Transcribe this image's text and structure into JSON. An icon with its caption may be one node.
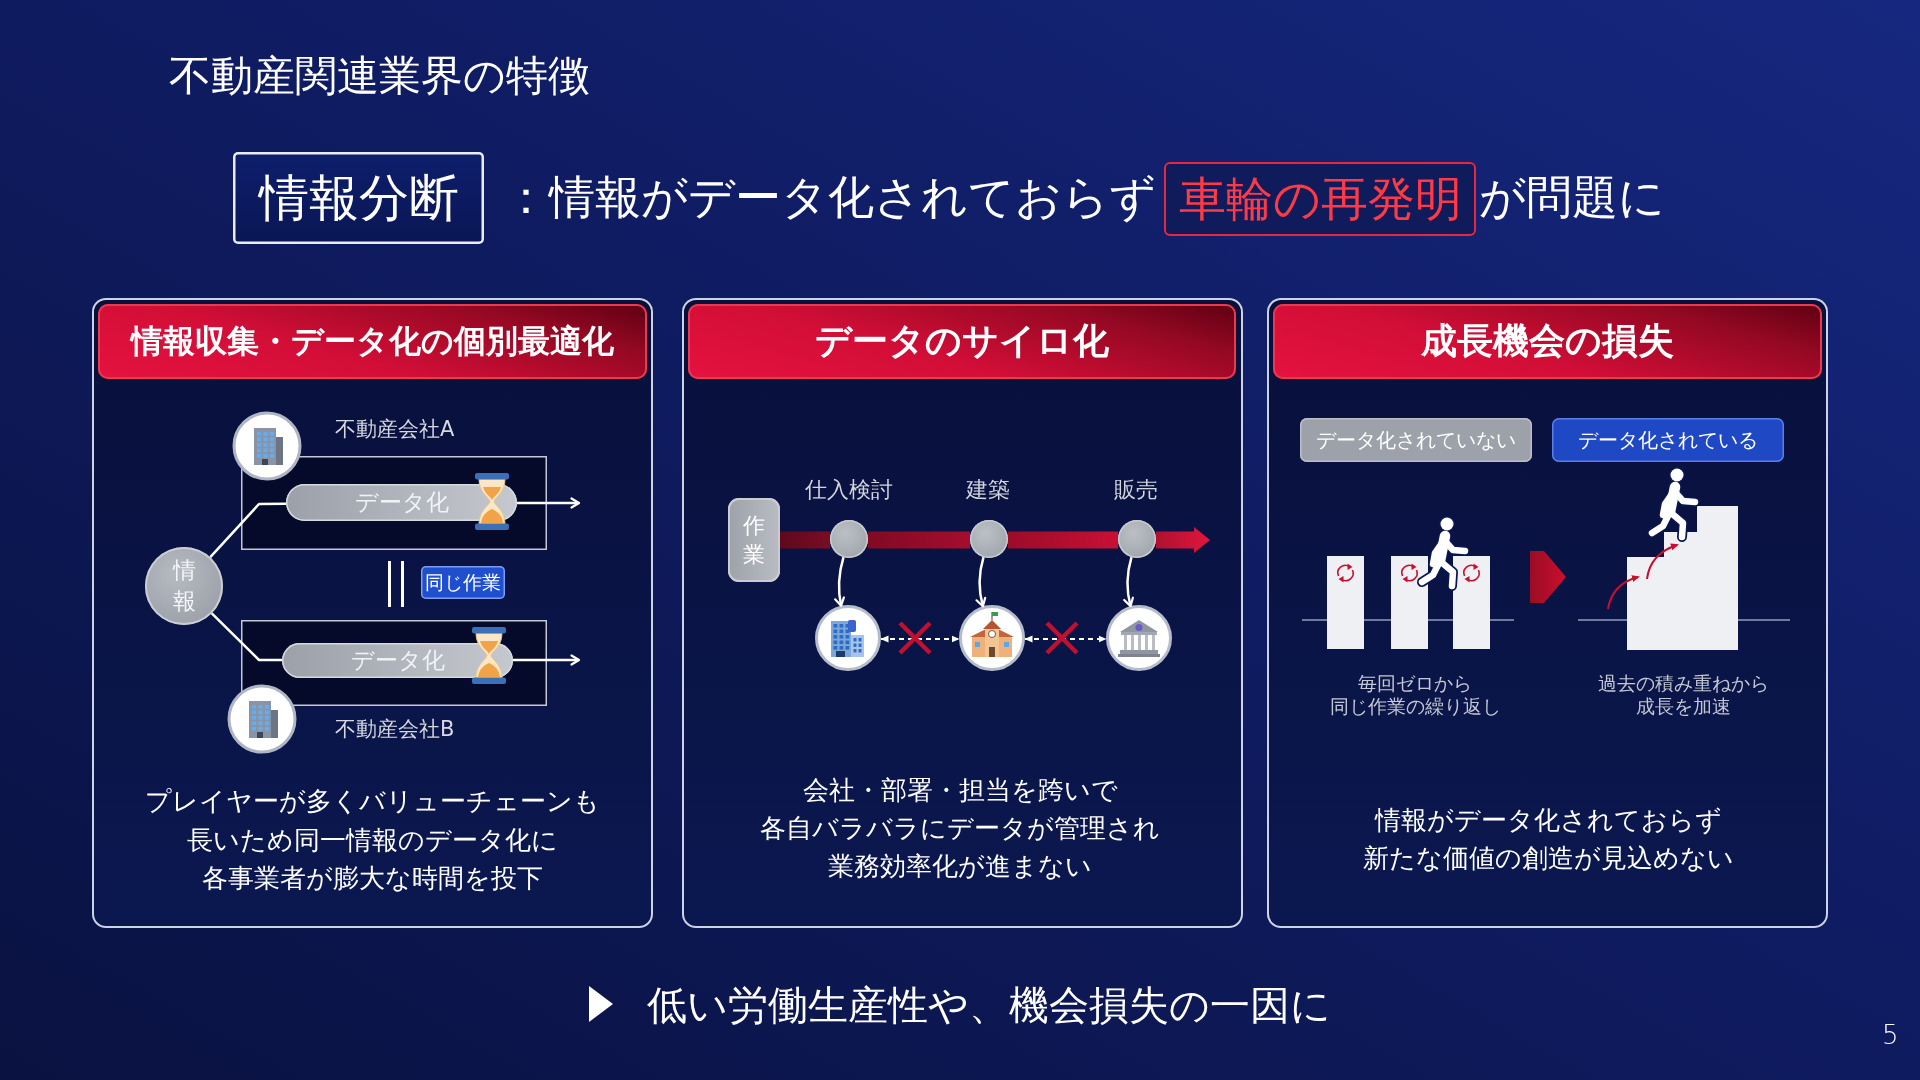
{
  "diagram": {
    "title": "不動産関連業界の特徴",
    "nodes": [
      {
        "text": [
          "情報分断"
        ]
      },
      {
        "text": [
          "車輪の再発明"
        ]
      },
      {
        "text": [
          "プレイヤーが多くバリューチェーンも長いため同一情報のデータ化に各事業者が膨大な時間を投下"
        ]
      },
      {
        "text": [
          "情報収集・データ化の個別最適化"
        ],
        "in": 2
      },
      {
        "text": [
          "情報"
        ],
        "in": 2
      },
      {
        "text": [
          "不動産会社A"
        ],
        "in": 2
      },
      {
        "text": [
          "データ化"
        ],
        "in": 5
      },
      {
        "text": [
          "不動産会社B"
        ],
        "in": 2
      },
      {
        "text": [
          "データ化"
        ],
        "in": 7
      },
      {
        "text": [
          "同じ作業"
        ],
        "in": 2
      },
      {
        "text": [
          "会社・部署・担当を跨いで各自バラバラにデータが管理され業務効率化が進まない"
        ]
      },
      {
        "text": [
          "データのサイロ化"
        ],
        "in": 10
      },
      {
        "text": [
          "作業"
        ],
        "in": 10
      },
      {
        "text": [],
        "shape": "circle",
        "beside": [
          "仕入検討"
        ],
        "in": 10
      },
      {
        "text": [],
        "shape": "circle",
        "beside": [
          "建築"
        ],
        "in": 10
      },
      {
        "text": [],
        "shape": "circle",
        "beside": [
          "販売"
        ],
        "in": 10
      },
      {
        "text": [],
        "shape": "picture",
        "in": 10
      },
      {
        "text": [],
        "shape": "picture",
        "in": 10
      },
      {
        "text": [],
        "shape": "picture",
        "in": 10
      },
      {
        "text": [
          "情報がデータ化されておらず新たな価値の創造が見込めない"
        ]
      },
      {
        "text": [
          "成長機会の損失"
        ],
        "in": 19
      },
      {
        "text": [
          "データ化されていない"
        ],
        "in": 19
      },
      {
        "text": [
          "データ化されている"
        ],
        "in": 19
      },
      {
        "text": [],
        "shape": "picture",
        "beside": [
          "毎回ゼロから同じ作業の繰り返し"
        ],
        "in": 19
      },
      {
        "text": [],
        "shape": "picture",
        "beside": [
          "過去の積み重ねから成長を加速"
        ],
        "in": 19
      }
    ],
    "edges": [
      {
        "from": 4,
        "to": 6,
        "arrow": "none"
      },
      {
        "from": 4,
        "to": 8,
        "arrow": "none"
      },
      {
        "from": 6,
        "to": null,
        "arrow": "to"
      },
      {
        "from": 8,
        "to": null,
        "arrow": "to"
      },
      {
        "from": 12,
        "to": 13,
        "arrow": "none",
        "style": "thick",
        "color": "#7a0c24"
      },
      {
        "from": 13,
        "to": 14,
        "arrow": "none",
        "style": "thick",
        "color": "#a50d2d"
      },
      {
        "from": 14,
        "to": 15,
        "arrow": "none",
        "style": "thick",
        "color": "#c81034"
      },
      {
        "from": 15,
        "to": null,
        "arrow": "to",
        "style": "thick",
        "color": "#e0163c"
      },
      {
        "from": 13,
        "to": 16,
        "arrow": "to"
      },
      {
        "from": 14,
        "to": 17,
        "arrow": "to"
      },
      {
        "from": 15,
        "to": 18,
        "arrow": "to"
      },
      {
        "from": 16,
        "to": 17,
        "arrow": "both",
        "style": "dashed"
      },
      {
        "from": 17,
        "to": 18,
        "arrow": "both",
        "style": "dashed"
      },
      {
        "from": 23,
        "to": 24,
        "arrow": "to",
        "style": "thick",
        "color": "#c8102e"
      }
    ],
    "labels": [
      "：情報がデータ化されておらず",
      "が問題に",
      "低い労働生産性や、機会損失の一因に",
      "5"
    ]
  }
}
